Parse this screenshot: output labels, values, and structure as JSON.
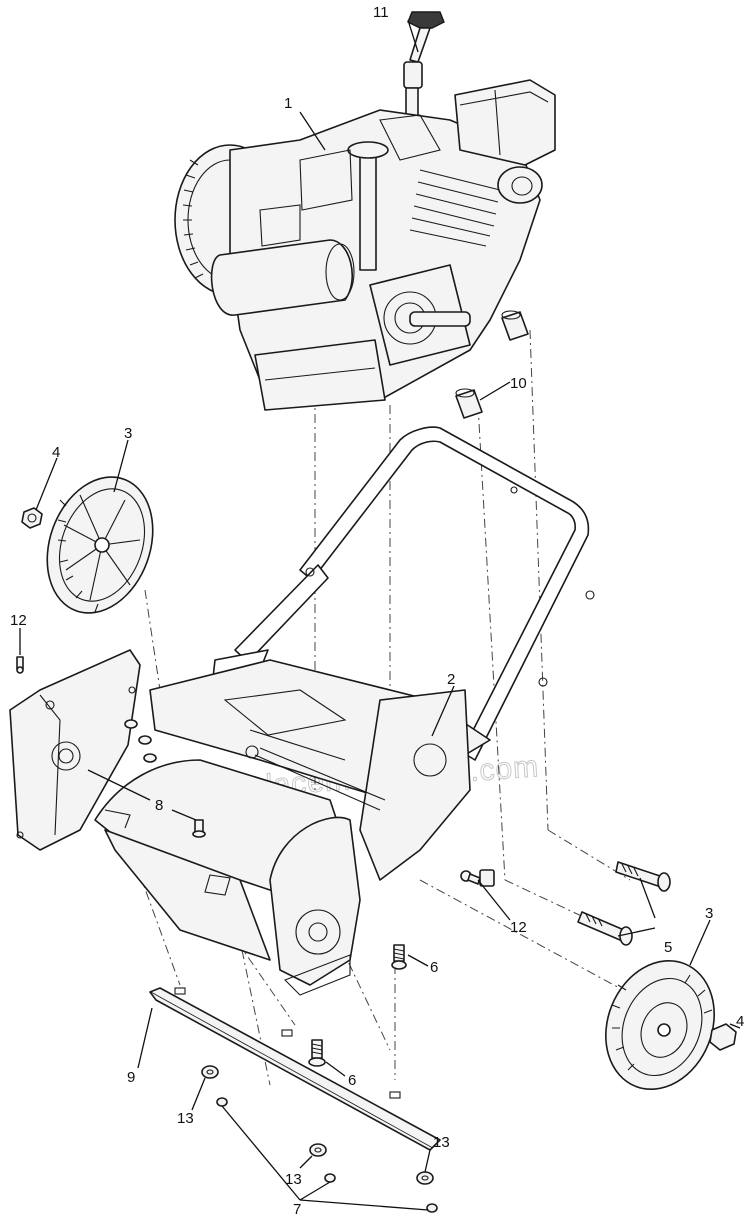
{
  "watermark": "eReplacementParts.com",
  "callouts": {
    "c1": "1",
    "c2": "2",
    "c3_left": "3",
    "c3_right": "3",
    "c4_left": "4",
    "c4_right": "4",
    "c5": "5",
    "c6_upper": "6",
    "c6_lower": "6",
    "c7": "7",
    "c8": "8",
    "c9": "9",
    "c10": "10",
    "c11": "11",
    "c12_left": "12",
    "c12_right": "12",
    "c13_a": "13",
    "c13_b": "13",
    "c13_c": "13"
  }
}
